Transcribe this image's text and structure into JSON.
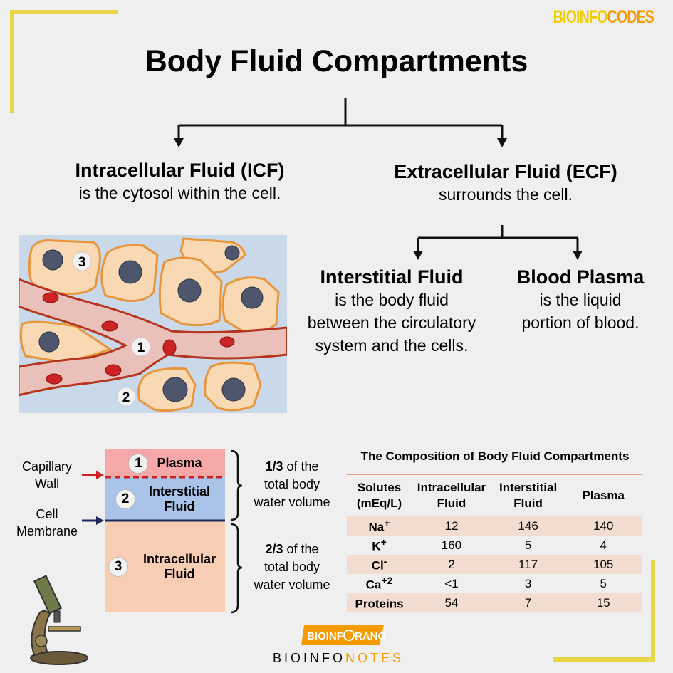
{
  "brand": {
    "part1": "BIOINFO",
    "part2": "CODES"
  },
  "title": "Body Fluid Compartments",
  "icf": {
    "title": "Intracellular Fluid (ICF)",
    "desc": "is the cytosol within the cell."
  },
  "ecf": {
    "title": "Extracellular Fluid (ECF)",
    "desc": "surrounds the cell."
  },
  "isf": {
    "title": "Interstitial Fluid",
    "desc": [
      "is the body fluid",
      "between the circulatory",
      "system and the cells."
    ]
  },
  "bp": {
    "title": "Blood Plasma",
    "desc": [
      "is the liquid",
      "portion of blood."
    ]
  },
  "diagram_markers": [
    "3",
    "1",
    "2"
  ],
  "layers": {
    "capillary_wall": [
      "Capillary",
      "Wall"
    ],
    "cell_membrane": [
      "Cell",
      "Membrane"
    ],
    "items": [
      {
        "num": "1",
        "label": "Plasma"
      },
      {
        "num": "2",
        "label": "Interstitial Fluid"
      },
      {
        "num": "3",
        "label": "Intracellular Fluid"
      }
    ],
    "one_third": {
      "frac": "1/3",
      "rest": " of the",
      "l2": "total body",
      "l3": "water volume"
    },
    "two_third": {
      "frac": "2/3",
      "rest": " of the",
      "l2": "total body",
      "l3": "water volume"
    }
  },
  "table": {
    "title": "The Composition of Body Fluid Compartments",
    "headers": [
      "Solutes (mEq/L)",
      "Intracellular Fluid",
      "Interstitial Fluid",
      "Plasma"
    ],
    "rows": [
      {
        "solute": "Na",
        "sup": "+",
        "values": [
          "12",
          "146",
          "140"
        ]
      },
      {
        "solute": "K",
        "sup": "+",
        "values": [
          "160",
          "5",
          "4"
        ]
      },
      {
        "solute": "Cl",
        "sup": "-",
        "values": [
          "2",
          "117",
          "105"
        ]
      },
      {
        "solute": "Ca",
        "sup": "+2",
        "values": [
          "<1",
          "3",
          "5"
        ]
      },
      {
        "solute": "Proteins",
        "sup": "",
        "values": [
          "54",
          "7",
          "15"
        ]
      }
    ]
  },
  "footer": {
    "badge1": "BIOINF",
    "badge2": "RANGE",
    "text1": "BIOINFO",
    "text2": "NOTES"
  },
  "colors": {
    "accent_yellow": "#e8d648",
    "cell_fill": "#f9d8b4",
    "cell_border": "#e8953c",
    "vessel": "#e9c0ba",
    "vessel_border": "#b5351f",
    "plasma": "#f6a8a8",
    "interstitial": "#a9c4e8",
    "intracellular": "#f9cdb3"
  }
}
